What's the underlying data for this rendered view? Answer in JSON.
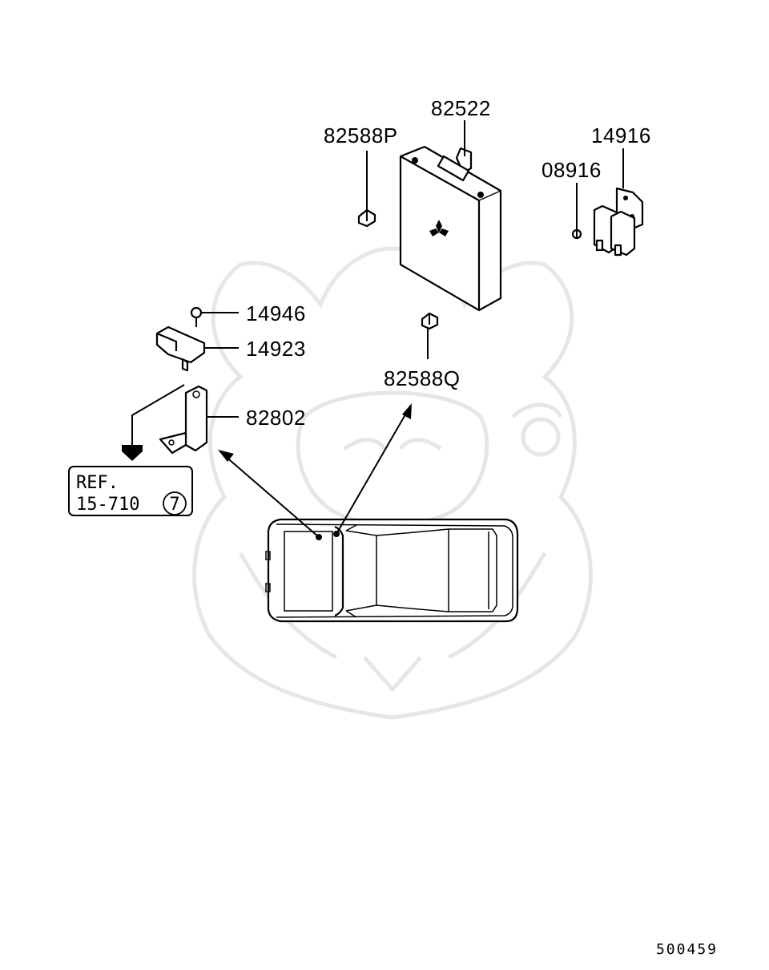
{
  "parts": [
    {
      "id": "p1",
      "label": "82522"
    },
    {
      "id": "p2",
      "label": "82588P"
    },
    {
      "id": "p3",
      "label": "14916"
    },
    {
      "id": "p4",
      "label": "08916"
    },
    {
      "id": "p5",
      "label": "14946"
    },
    {
      "id": "p6",
      "label": "14923"
    },
    {
      "id": "p7",
      "label": "82588Q"
    },
    {
      "id": "p8",
      "label": "82802"
    }
  ],
  "reference": {
    "line1": "REF.",
    "line2": "15-710",
    "circled": "7"
  },
  "diagram_code": "500459"
}
